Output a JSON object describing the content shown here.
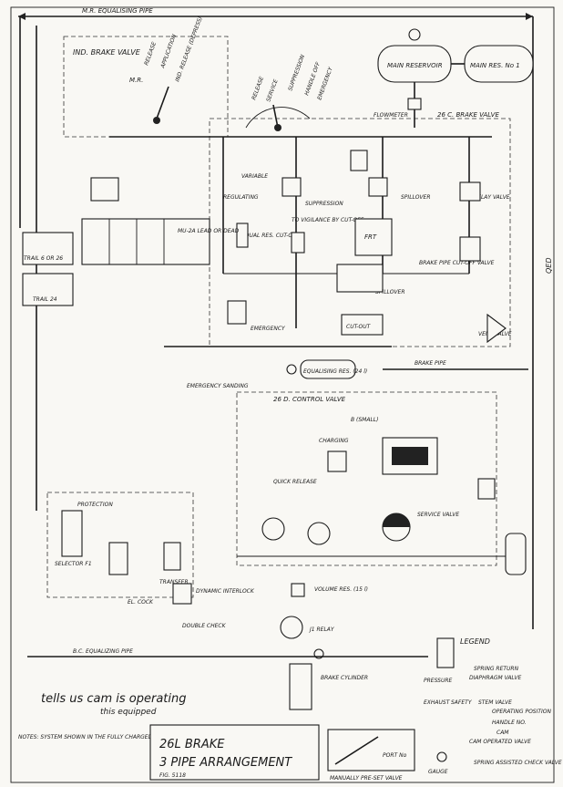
{
  "labels": {
    "mr_equalising_pipe": "M.R. EQUALISING PIPE",
    "ind_brake_valve": "IND. BRAKE VALVE",
    "mr": "M.R.",
    "release": "RELEASE",
    "application": "APPLICATION",
    "ind_release_depress": "IND. RELEASE (DEPRESS)",
    "release2": "RELEASE",
    "service": "SERVICE",
    "suppression": "SUPPRESSION",
    "handle_off": "HANDLE OFF",
    "emergency_handle": "EMERGENCY",
    "main_reservoir": "MAIN RESERVOIR",
    "main_res_no1": "MAIN RES. No 1",
    "flowmeter": "FLOWMETER",
    "brake_valve_26c": "26 C. BRAKE VALVE",
    "variable": "VARIABLE",
    "regulating": "REGULATING",
    "suppression2": "SUPPRESSION",
    "to_vigilance_by_cutoff": "TO VIGILANCE BY CUT-OFF",
    "equal_res_cutoff": "EQUAL RES. CUT-OFF",
    "relay_valve": "RELAY VALVE",
    "brake_pipe_cutoff": "BRAKE PIPE CUT-OFF VALVE",
    "vent_valve": "VENT VALVE",
    "spillover": "SPILLOVER",
    "cutout": "CUT-OUT",
    "emergency": "EMERGENCY",
    "mu2a": "MU-2A LEAD OR DEAD",
    "trail_6_or_26": "TRAIL 6 OR 26",
    "trail_24": "TRAIL 24",
    "equalising_res": "EQUALISING RES. (24 l)",
    "brake_pipe": "BRAKE PIPE",
    "emergency_sanding": "EMERGENCY SANDING",
    "control_valve": "26 D. CONTROL VALVE",
    "b_small": "B (SMALL)",
    "charging": "CHARGING",
    "quick_release": "QUICK RELEASE",
    "service_valve": "SERVICE VALVE",
    "protection": "PROTECTION",
    "selector": "SELECTOR F1",
    "transfer": "TRANSFER",
    "dynamic_interlock": "DYNAMIC INTERLOCK",
    "el_cock": "EL. COCK",
    "double_check": "DOUBLE CHECK",
    "volume_res": "VOLUME RES. (15 l)",
    "j1_relay": "J1 RELAY",
    "bc_equalizing_pipe": "B.C. EQUALIZING PIPE",
    "brake_cylinder": "BRAKE CYLINDER",
    "legend": "LEGEND",
    "spring_return": "SPRING RETURN",
    "pressure": "PRESSURE",
    "diaphragm_valve": "DIAPHRAGM VALVE",
    "exhaust": "EXHAUST",
    "safety": "SAFETY",
    "stem_valve": "STEM VALVE",
    "operating_position": "OPERATING POSITION",
    "handle_no": "HANDLE NO.",
    "cam": "CAM",
    "cam_operated_valve": "CAM OPERATED VALVE",
    "spring_assisted_check": "SPRING ASSISTED CHECK VALVE",
    "gauge": "GAUGE",
    "notes": "NOTES: SYSTEM SHOWN IN THE FULLY CHARGED RELEASE CONDITION",
    "handwritten": "tells us cam is operating",
    "handwritten2": "this equipped",
    "title1": "26L BRAKE",
    "title2": "3 PIPE ARRANGEMENT",
    "fig": "FIG. 5118",
    "manually_preset": "MANUALLY PRE-SET VALVE",
    "port": "PORT No",
    "qed": "QED"
  },
  "colors": {
    "ink": "#1a1a1a",
    "paper": "#f9f8f4"
  }
}
